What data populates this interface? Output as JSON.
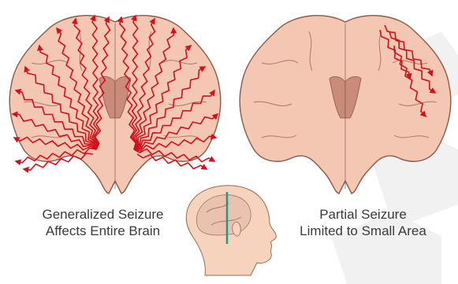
{
  "left_caption": {
    "line1": "Generalized Seizure",
    "line2": "Affects Entire Brain"
  },
  "right_caption": {
    "line1": "Partial Seizure",
    "line2": "Limited to Small Area"
  },
  "colors": {
    "brain_fill": "#f4c7b2",
    "brain_outline": "#8a5848",
    "ventricle": "#c98b7a",
    "seizure_line": "#d4101a",
    "head_skin": "#f6d3bd",
    "brain_inset": "#e9c3b0",
    "section_line": "#1a9a8c",
    "watermark": "#e6e6e6"
  }
}
